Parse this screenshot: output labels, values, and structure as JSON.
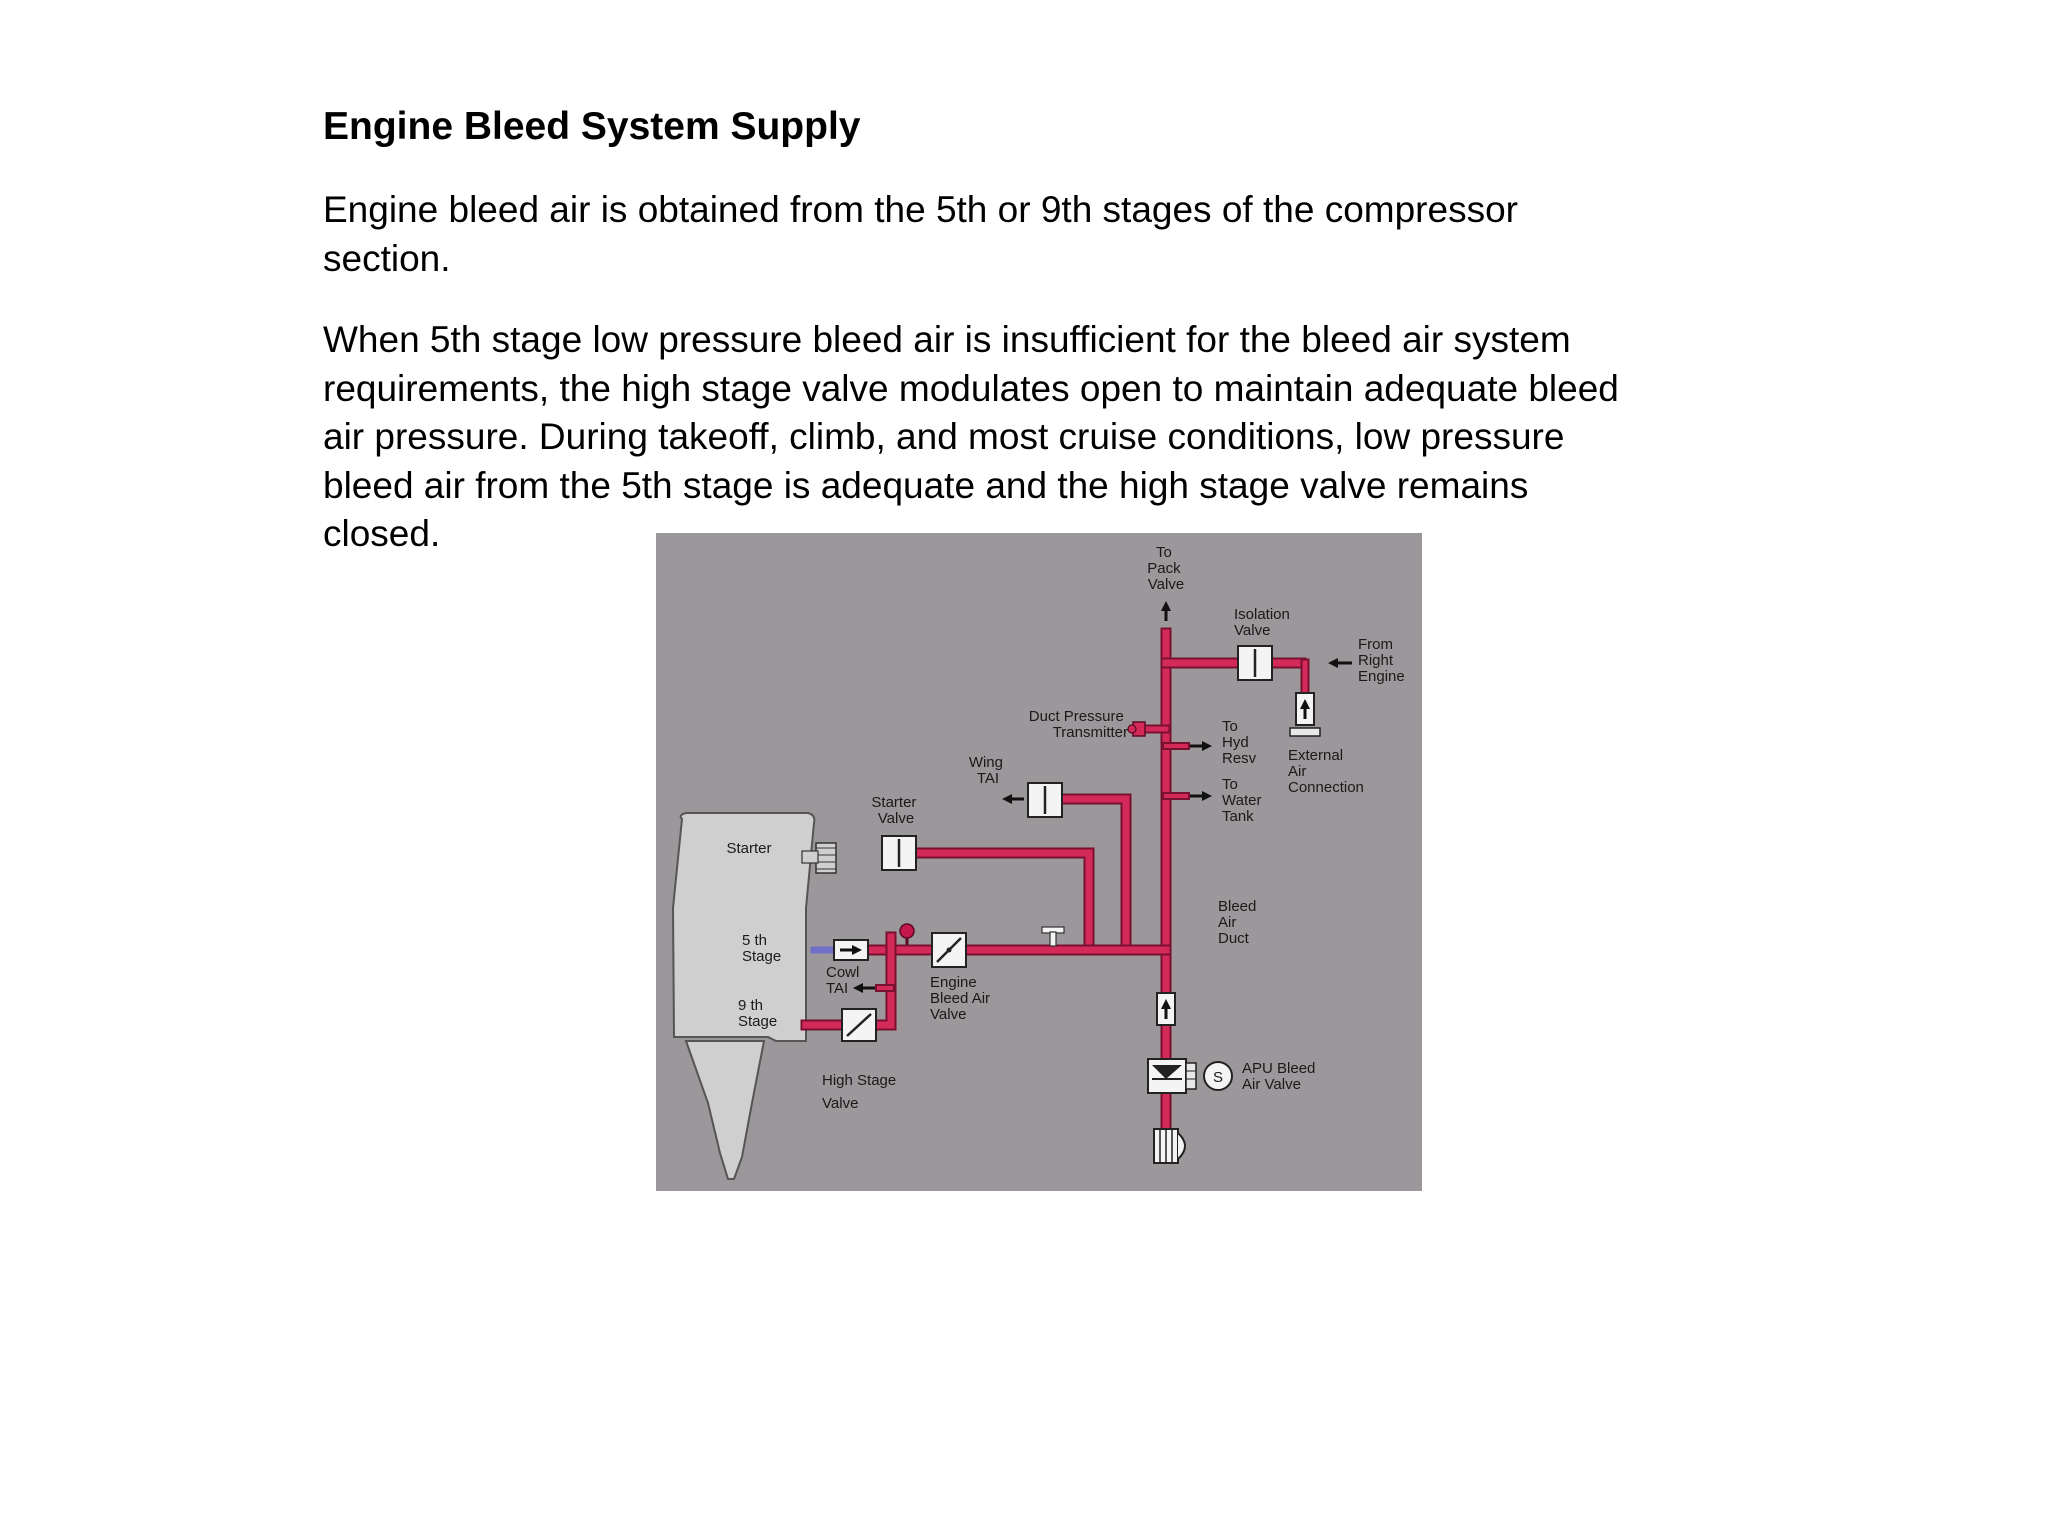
{
  "page": {
    "title": "Engine Bleed System Supply",
    "paragraphs": [
      "Engine bleed air is obtained from the 5th or 9th stages of the compressor\nsection.",
      "When 5th stage low pressure bleed air is insufficient for the bleed air system\nrequirements, the high stage valve modulates open to maintain adequate bleed\nair pressure. During  takeoff, climb, and most cruise conditions, low pressure\nbleed air from the 5th stage is adequate and the high stage valve remains\nclosed."
    ]
  },
  "diagram": {
    "colors": {
      "background": "#9b979a",
      "duct": "#d42a5a",
      "duct_dark": "#7a1030",
      "engine_body": "#cfcfcf",
      "valve_fill": "#f4f4f4",
      "low_stage_port": "#6f6fc8"
    },
    "labels": {
      "to_pack_valve": [
        "To",
        "Pack",
        "Valve"
      ],
      "isolation_valve": [
        "Isolation",
        "Valve"
      ],
      "from_right_engine": [
        "From",
        "Right",
        "Engine"
      ],
      "duct_pressure_transmitter": [
        "Duct Pressure",
        "Transmitter"
      ],
      "to_hyd_resv": [
        "To",
        "Hyd",
        "Resv"
      ],
      "external_air_connection": [
        "External",
        "Air",
        "Connection"
      ],
      "wing_tai": [
        "Wing",
        "TAI"
      ],
      "to_water_tank": [
        "To",
        "Water",
        "Tank"
      ],
      "starter_valve": [
        "Starter",
        "Valve"
      ],
      "starter": "Starter",
      "bleed_air_duct": [
        "Bleed",
        "Air",
        "Duct"
      ],
      "fifth_stage": [
        "5 th",
        "Stage"
      ],
      "cowl_tai": [
        "Cowl",
        "TAI"
      ],
      "engine_bleed_air_valve": [
        "Engine",
        "Bleed Air",
        "Valve"
      ],
      "ninth_stage": [
        "9 th",
        "Stage"
      ],
      "apu_bleed_air_valve": [
        "APU Bleed",
        "Air Valve"
      ],
      "solenoid": "S",
      "high_stage_valve": [
        "High Stage",
        "Valve"
      ]
    }
  }
}
